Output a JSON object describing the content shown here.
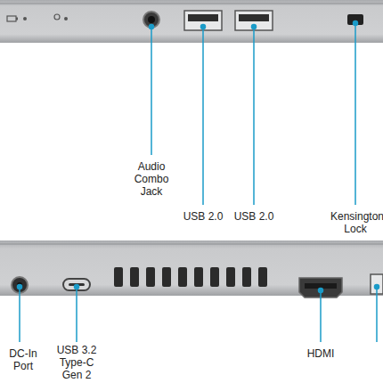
{
  "diagram": {
    "labels": [
      "USB 2.0",
      "USB 2.0",
      "Kensington Lock",
      "Audio Combo Jack",
      "DC-In Port",
      "USB 3.2 Type-C Gen 2",
      "HDMI"
    ]
  }
}
